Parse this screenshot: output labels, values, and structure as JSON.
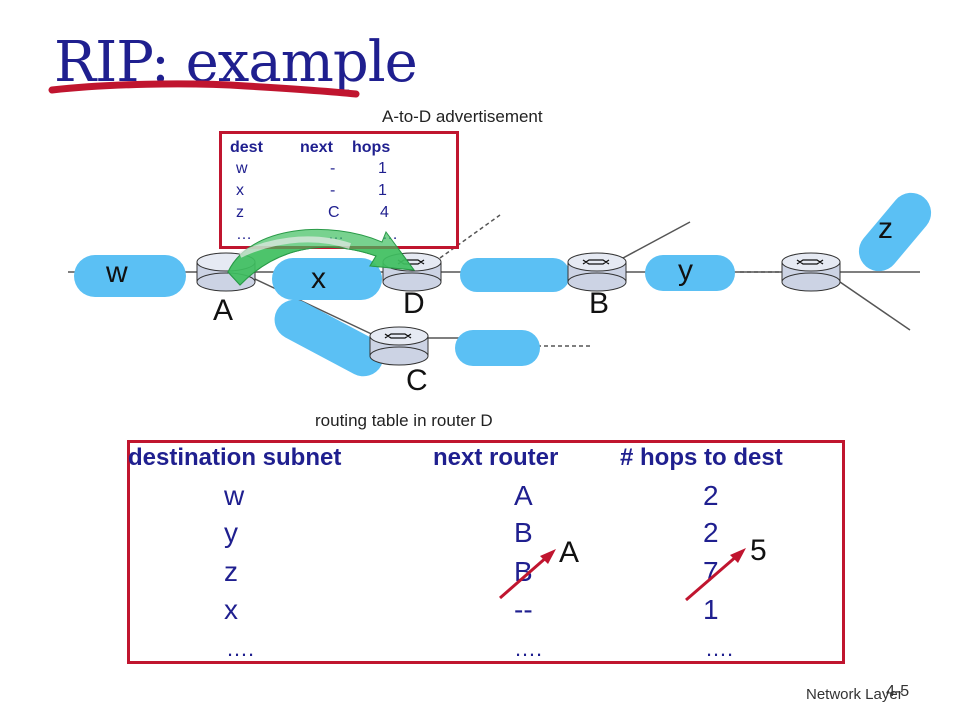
{
  "title": "RIP: example",
  "advertisement": {
    "label": "A-to-D advertisement",
    "headers": {
      "dest": "dest",
      "next": "next",
      "hops": "hops"
    },
    "rows": [
      {
        "dest": "w",
        "next": "-",
        "hops": "1"
      },
      {
        "dest": "x",
        "next": "-",
        "hops": "1"
      },
      {
        "dest": "z",
        "next": "C",
        "hops": "4"
      },
      {
        "dest": "…",
        "next": "…",
        "hops": "…"
      }
    ]
  },
  "routers": {
    "A": "A",
    "B": "B",
    "C": "C",
    "D": "D"
  },
  "subnets": {
    "w": "w",
    "x": "x",
    "y": "y",
    "z": "z"
  },
  "routing_table": {
    "label": "routing table in router D",
    "headers": {
      "dest": "destination subnet",
      "next": "next  router",
      "hops": "# hops to dest"
    },
    "rows": [
      {
        "dest": "w",
        "next": "A",
        "hops": "2"
      },
      {
        "dest": "y",
        "next": "B",
        "hops": "2"
      },
      {
        "dest": "z",
        "next": "B",
        "hops": "7"
      },
      {
        "dest": "x",
        "next": "--",
        "hops": "1"
      },
      {
        "dest": "….",
        "next": "….",
        "hops": "…."
      }
    ],
    "updated_next": "A",
    "updated_hops": "5"
  },
  "colors": {
    "title": "#1f1f8f",
    "box_border": "#c0152f",
    "subnet": "#5bc0f4",
    "arrow": "#3fbf60"
  },
  "footer": "Network Layer",
  "page_number": "4-5"
}
